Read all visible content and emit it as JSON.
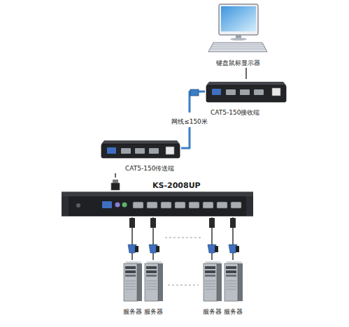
{
  "diagram": {
    "nodes": [
      {
        "text": [
          "键盘鼠标显示器"
        ]
      },
      {
        "text": [
          "CAT5-150接收端"
        ]
      },
      {
        "text": [
          "CAT5-150传送端"
        ]
      },
      {
        "text": [
          "KS-2008UP"
        ]
      },
      {
        "text": [
          "服务器"
        ]
      },
      {
        "text": [
          "服务器"
        ]
      },
      {
        "text": [
          "服务器"
        ]
      },
      {
        "text": [
          "服务器"
        ]
      }
    ],
    "edges": [
      {
        "from": 0,
        "to": 1,
        "arrow": "none"
      },
      {
        "from": 1,
        "to": 2,
        "label": "网线≤150米",
        "arrow": "none"
      },
      {
        "from": 2,
        "to": 3,
        "arrow": "none"
      },
      {
        "from": 3,
        "to": 4,
        "arrow": "none"
      },
      {
        "from": 3,
        "to": 5,
        "arrow": "none"
      },
      {
        "from": 3,
        "to": 6,
        "arrow": "none"
      },
      {
        "from": 3,
        "to": 7,
        "arrow": "none"
      }
    ]
  }
}
